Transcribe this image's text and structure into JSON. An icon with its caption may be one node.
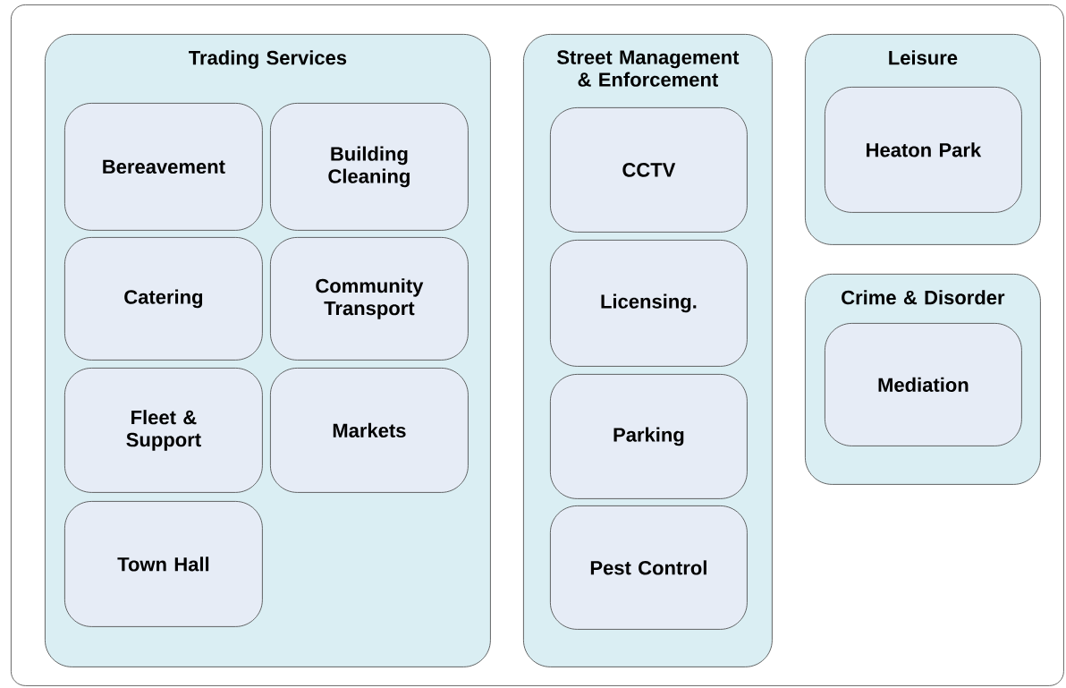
{
  "diagram": {
    "nodes": [
      {
        "text": [],
        "shape": "box"
      },
      {
        "text": [
          "Trading Services"
        ],
        "in": 0
      },
      {
        "text": [
          "Bereavement"
        ],
        "in": 1
      },
      {
        "text": [
          "Building Cleaning"
        ],
        "in": 1
      },
      {
        "text": [
          "Catering"
        ],
        "in": 1
      },
      {
        "text": [
          "Community Transport"
        ],
        "in": 1
      },
      {
        "text": [
          "Fleet & Support"
        ],
        "in": 1
      },
      {
        "text": [
          "Markets"
        ],
        "in": 1
      },
      {
        "text": [
          "Town Hall"
        ],
        "in": 1
      },
      {
        "text": [
          "Street Management & Enforcement"
        ],
        "in": 0
      },
      {
        "text": [
          "CCTV"
        ],
        "in": 9
      },
      {
        "text": [
          "Licensing."
        ],
        "in": 9
      },
      {
        "text": [
          "Parking"
        ],
        "in": 9
      },
      {
        "text": [
          "Pest Control"
        ],
        "in": 9
      },
      {
        "text": [
          "Leisure"
        ],
        "in": 0
      },
      {
        "text": [
          "Heaton Park"
        ],
        "in": 14
      },
      {
        "text": [
          "Crime & Disorder"
        ],
        "in": 0
      },
      {
        "text": [
          "Mediation"
        ],
        "in": 16
      }
    ]
  }
}
